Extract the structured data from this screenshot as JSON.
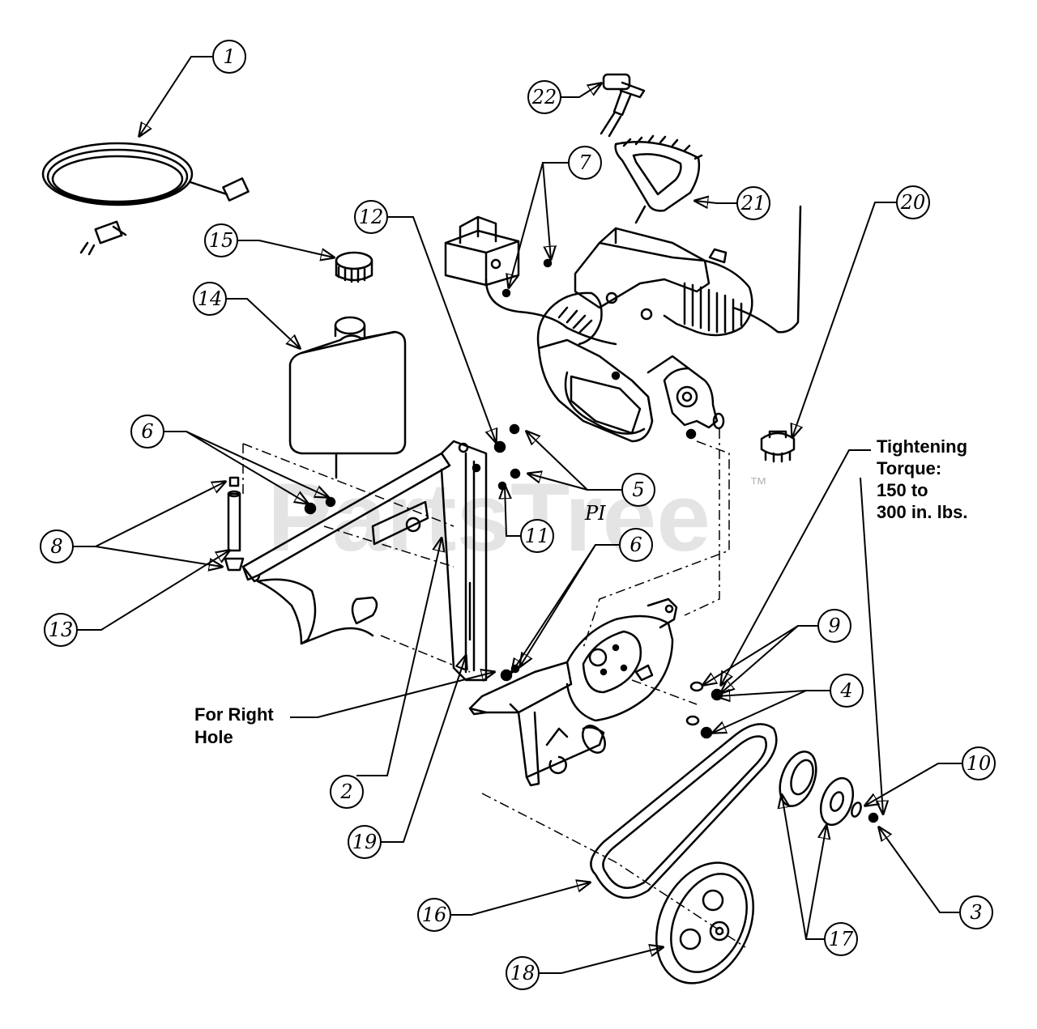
{
  "watermark": {
    "brand": "PartsTree",
    "tm": "™"
  },
  "annotations": {
    "torque_line1": "Tightening",
    "torque_line2": "Torque:",
    "torque_line3": "150 to",
    "torque_line4": "300 in. lbs.",
    "right_hole_line1": "For Right",
    "right_hole_line2": "Hole",
    "pi_mark": "PI"
  },
  "callouts": [
    {
      "id": "1",
      "label": "1"
    },
    {
      "id": "2",
      "label": "2"
    },
    {
      "id": "3",
      "label": "3"
    },
    {
      "id": "4",
      "label": "4"
    },
    {
      "id": "5",
      "label": "5"
    },
    {
      "id": "6a",
      "label": "6"
    },
    {
      "id": "6b",
      "label": "6"
    },
    {
      "id": "7",
      "label": "7"
    },
    {
      "id": "8",
      "label": "8"
    },
    {
      "id": "9",
      "label": "9"
    },
    {
      "id": "10",
      "label": "10"
    },
    {
      "id": "11",
      "label": "11"
    },
    {
      "id": "12",
      "label": "12"
    },
    {
      "id": "13",
      "label": "13"
    },
    {
      "id": "14",
      "label": "14"
    },
    {
      "id": "15",
      "label": "15"
    },
    {
      "id": "16",
      "label": "16"
    },
    {
      "id": "17",
      "label": "17"
    },
    {
      "id": "18",
      "label": "18"
    },
    {
      "id": "19",
      "label": "19"
    },
    {
      "id": "20",
      "label": "20"
    },
    {
      "id": "21",
      "label": "21"
    },
    {
      "id": "22",
      "label": "22"
    }
  ]
}
